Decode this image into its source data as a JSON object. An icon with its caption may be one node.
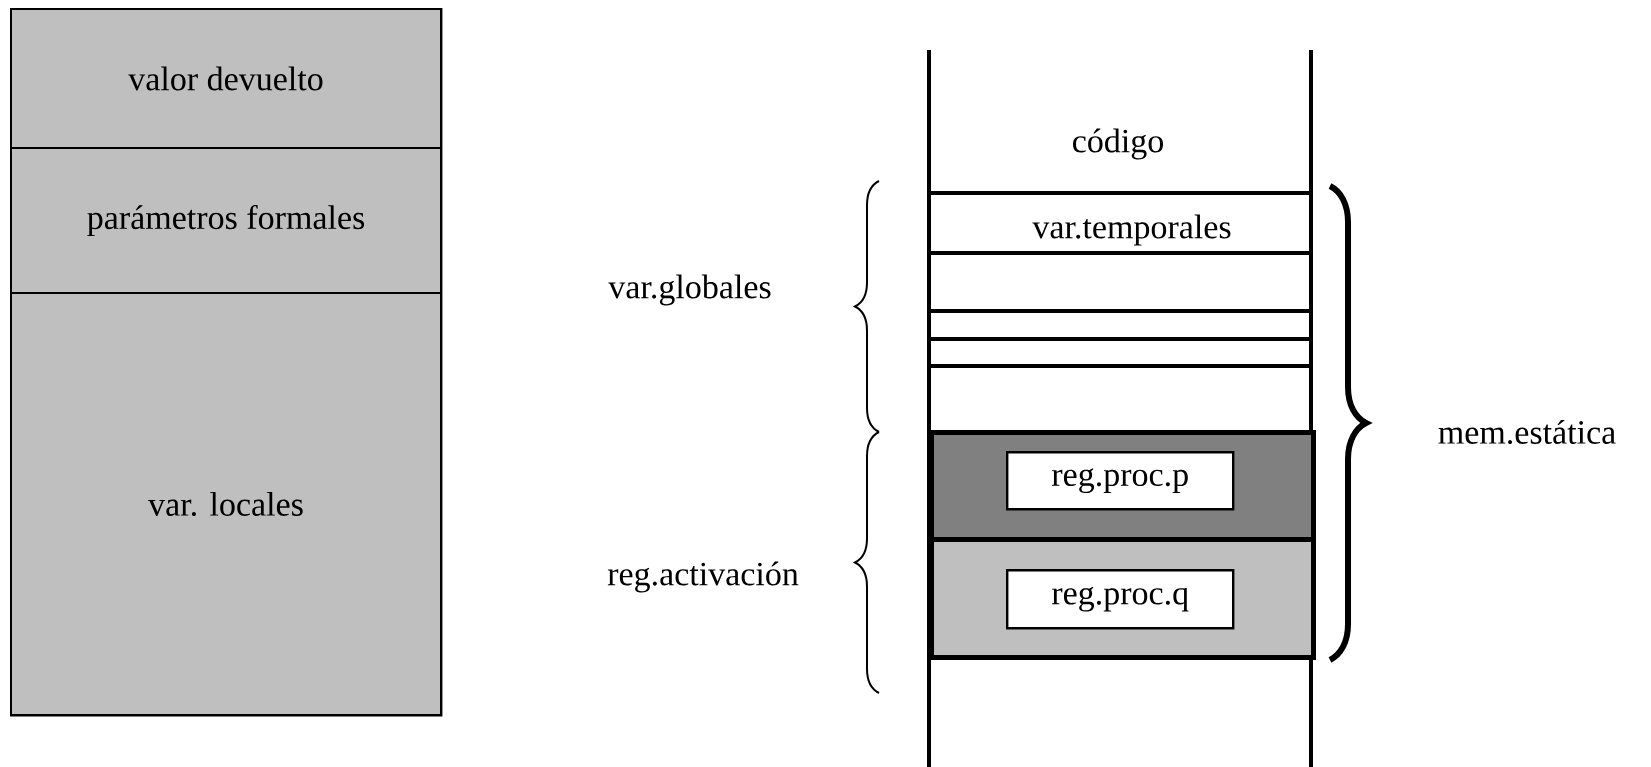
{
  "diagram": {
    "nodes": [
      {
        "text": [],
        "shape": "box"
      },
      {
        "text": [
          "valor devuelto"
        ],
        "in": 0
      },
      {
        "text": [
          "parámetros formales"
        ],
        "in": 0
      },
      {
        "text": [
          "var. locales"
        ],
        "in": 0
      },
      {
        "text": [],
        "shape": "box"
      },
      {
        "text": [
          "reg.proc.p"
        ],
        "in": 4
      },
      {
        "text": [],
        "shape": "box"
      },
      {
        "text": [
          "reg.proc.q"
        ],
        "in": 6
      }
    ],
    "labels": [
      "código",
      "var.temporales",
      "var.globales",
      "reg.activación",
      "mem.estática"
    ]
  }
}
